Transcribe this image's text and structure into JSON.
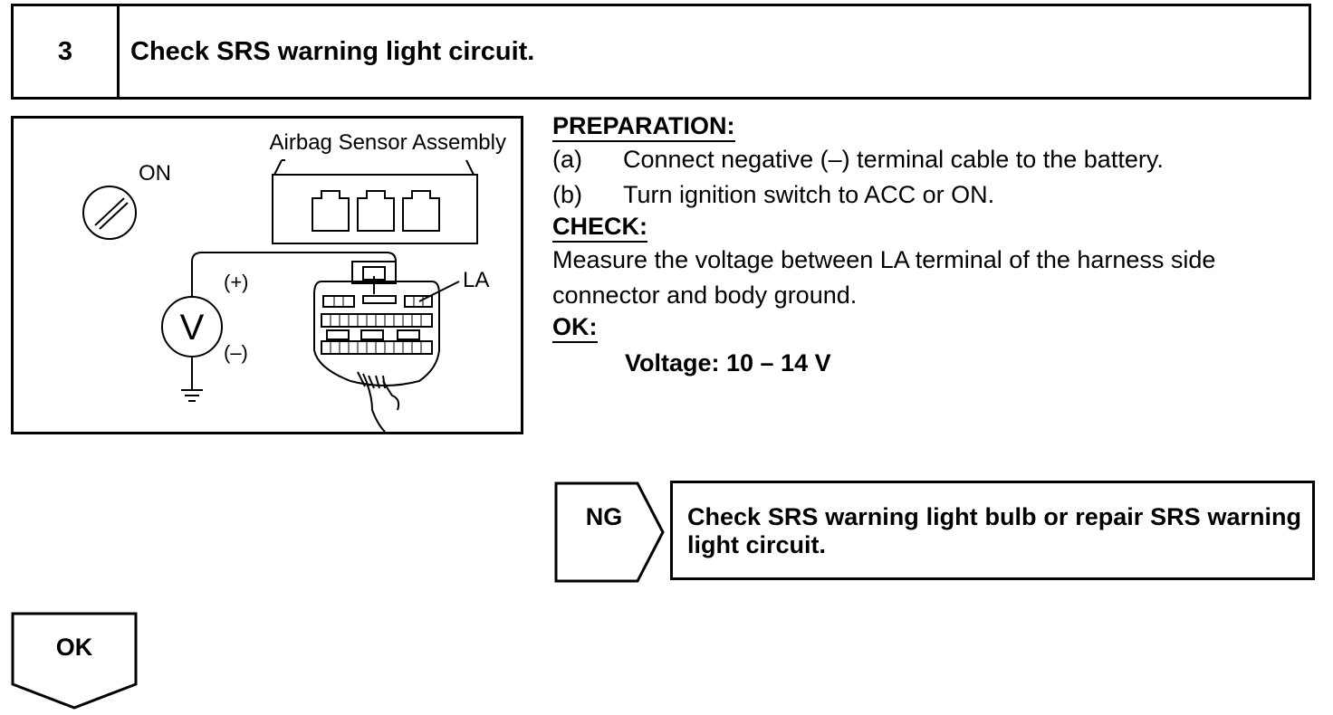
{
  "step": {
    "number": "3",
    "title": "Check SRS warning light circuit."
  },
  "diagram": {
    "assembly_label": "Airbag Sensor Assembly",
    "ignition_label": "ON",
    "plus_label": "(+)",
    "minus_label": "(–)",
    "terminal_label": "LA",
    "meter_symbol": "V"
  },
  "instructions": {
    "preparation_heading": "PREPARATION:",
    "steps": [
      {
        "label": "(a)",
        "text": "Connect negative (–) terminal cable to the battery."
      },
      {
        "label": "(b)",
        "text": "Turn ignition switch to ACC or ON."
      }
    ],
    "check_heading": "CHECK:",
    "check_line1": "Measure the voltage between LA terminal of the harness side",
    "check_line2": "connector and body ground.",
    "ok_heading": "OK:",
    "spec": "Voltage: 10 – 14 V"
  },
  "ng": {
    "label": "NG",
    "result": "Check SRS warning light bulb or repair SRS warning light circuit."
  },
  "ok": {
    "label": "OK"
  }
}
